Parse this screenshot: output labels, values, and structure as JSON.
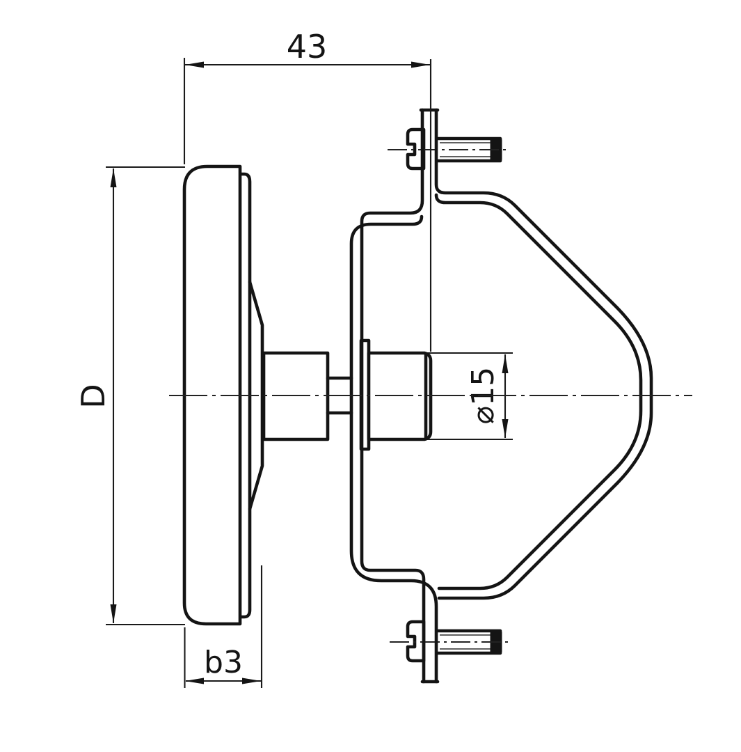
{
  "drawing": {
    "labels": {
      "overall_width": "43",
      "stem_diameter": "⌀15",
      "case_depth": "b3",
      "case_diameter": "D"
    },
    "colors": {
      "ink": "#141414",
      "background": "#ffffff",
      "thread_line": "#4a4a4a"
    }
  }
}
